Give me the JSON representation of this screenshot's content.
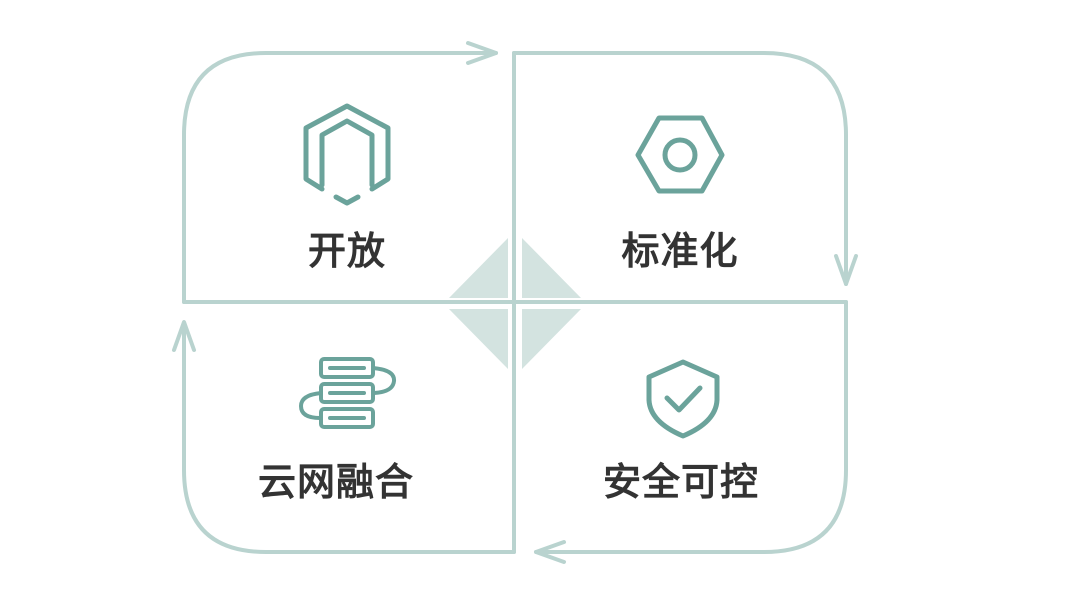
{
  "colors": {
    "frame": "#b9d3cf",
    "icon": "#6ba39b",
    "diamond": "#d3e3e0",
    "label": "#333333"
  },
  "quadrants": [
    {
      "label": "开放",
      "icon": "hexagon-outline-icon"
    },
    {
      "label": "标准化",
      "icon": "hex-nut-icon"
    },
    {
      "label": "云网融合",
      "icon": "stacked-servers-icon"
    },
    {
      "label": "安全可控",
      "icon": "shield-check-icon"
    }
  ]
}
